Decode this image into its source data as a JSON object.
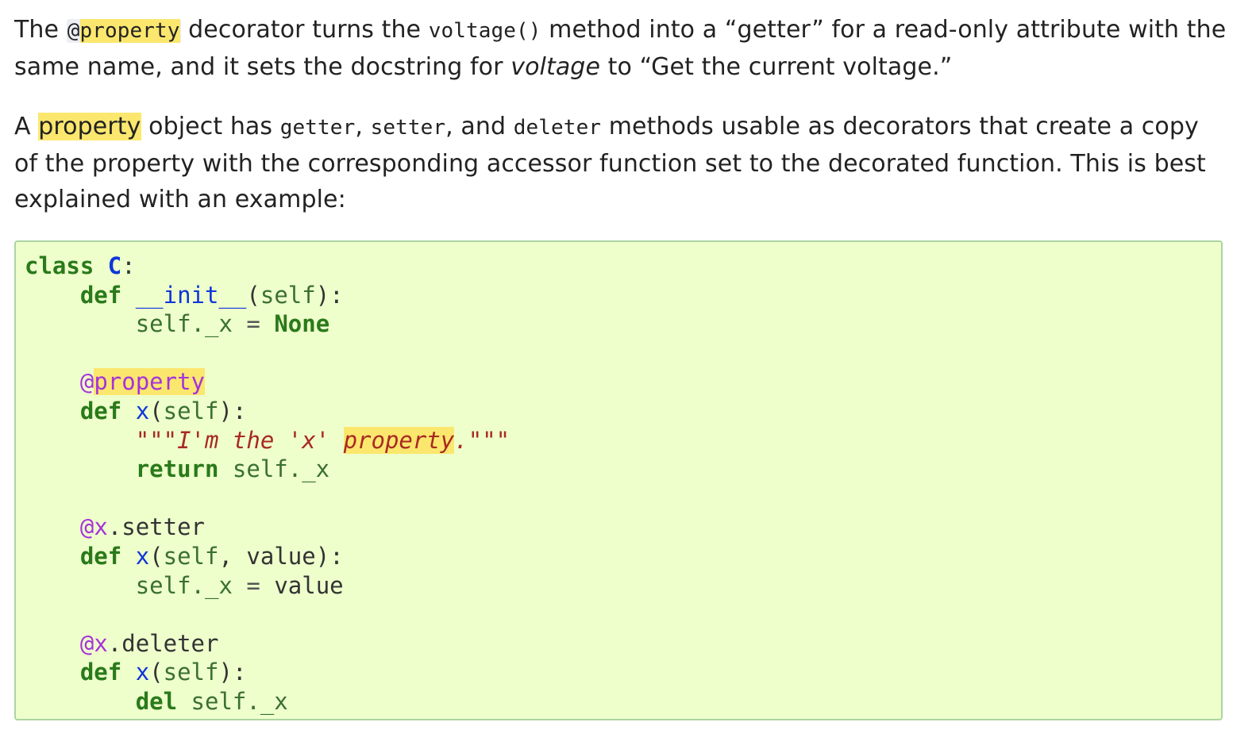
{
  "doc": {
    "para1": {
      "t1": "The ",
      "code1_at": "@",
      "code1_hl": "property",
      "t2": " decorator turns the ",
      "code2": "voltage()",
      "t3": " method into a “getter” for a read-only attribute with the same name, and it sets the docstring for ",
      "em": "voltage",
      "t4": " to “Get the current voltage.”"
    },
    "para2": {
      "t1": "A ",
      "hl": "property",
      "t2": " object has ",
      "c1": "getter",
      "t3": ", ",
      "c2": "setter",
      "t4": ", and ",
      "c3": "deleter",
      "t5": " methods usable as decorators that create a copy of the property with the corresponding accessor function set to the decorated function. This is best explained with an example:"
    },
    "code": {
      "kw_class": "class",
      "class_name": "C",
      "colon": ":",
      "kw_def": "def",
      "init_under1": "__",
      "init_name": "init",
      "init_under2": "__",
      "open_paren": "(",
      "self": "self",
      "close_colon": "):",
      "self_x": "self._x",
      "eq": "=",
      "none": "None",
      "deco_at": "@",
      "deco_property": "property",
      "x": "x",
      "doc1": "\"\"\"I'm the 'x' ",
      "doc_hl": "property",
      "doc2": ".\"\"\"",
      "kw_return": "return",
      "setter": ".setter",
      "comma": ",",
      "value": "value",
      "close2": "):",
      "deleter": ".deleter",
      "kw_del": "del"
    }
  },
  "colors": {
    "highlight": "#fbe76e",
    "code_bg": "#eeffcc",
    "code_border": "#acd59f",
    "keyword": "#2a7a1a",
    "name": "#0e36d8",
    "decorator": "#a633d9",
    "string": "#a82a22"
  }
}
